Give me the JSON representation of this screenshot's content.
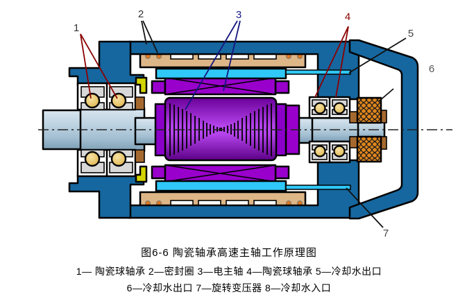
{
  "figure_caption": {
    "title": "图6-6  陶瓷轴承高速主轴工作原理图",
    "legend_line_1": "1— 陶瓷球轴承 2—密封圈 3—电主轴 4—陶瓷球轴承 5—冷却水出口",
    "legend_line_2": "6—冷却水出口 7—旋转变压器 8—冷却水入口"
  },
  "callouts": [
    {
      "number": "1",
      "label": "陶瓷球轴承"
    },
    {
      "number": "2",
      "label": "密封圈"
    },
    {
      "number": "3",
      "label": "电主轴"
    },
    {
      "number": "4",
      "label": "陶瓷球轴承"
    },
    {
      "number": "5",
      "label": "冷却水出口"
    },
    {
      "number": "6",
      "label": "冷却水出口"
    },
    {
      "number": "7",
      "label": "旋转变压器"
    }
  ],
  "colors": {
    "housing_blue": "#16679F",
    "stator_tan": "#DDB687",
    "coolant_cyan": "#2FC8F8",
    "winding_purple": "#9900CC",
    "rotor_cap_purple": "#8A00C8",
    "transformer_orange": "#E0861C",
    "spacer_brown": "#A5692F",
    "seal_yellow": "#D4D400",
    "bearing_gray": "#D8D8D8",
    "ball_gold": "#EACB74",
    "leader_red": "#8B0000",
    "leader_blue": "#15157E",
    "label_dark": "#333333"
  }
}
